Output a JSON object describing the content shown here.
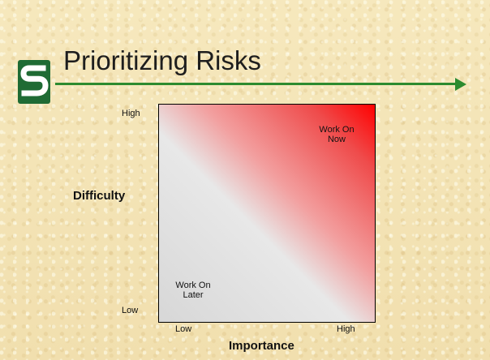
{
  "slide": {
    "title": "Prioritizing Risks",
    "y_axis_label": "Difficulty",
    "x_axis_label": "Importance",
    "y_axis_high": "High",
    "y_axis_low": "Low",
    "x_axis_low": "Low",
    "x_axis_high": "High",
    "top_right_label": "Work On\nNow",
    "bottom_left_label": "Work On\nLater"
  },
  "colors": {
    "background": "#f3e3b5",
    "accent_green": "#2d8b2f",
    "logo_green": "#1f6b34",
    "hot_red": "#ff0000",
    "cool_gray": "#d7d7d7"
  },
  "icons": {
    "logo": "s-logo-icon",
    "arrow": "arrow-right-icon"
  }
}
